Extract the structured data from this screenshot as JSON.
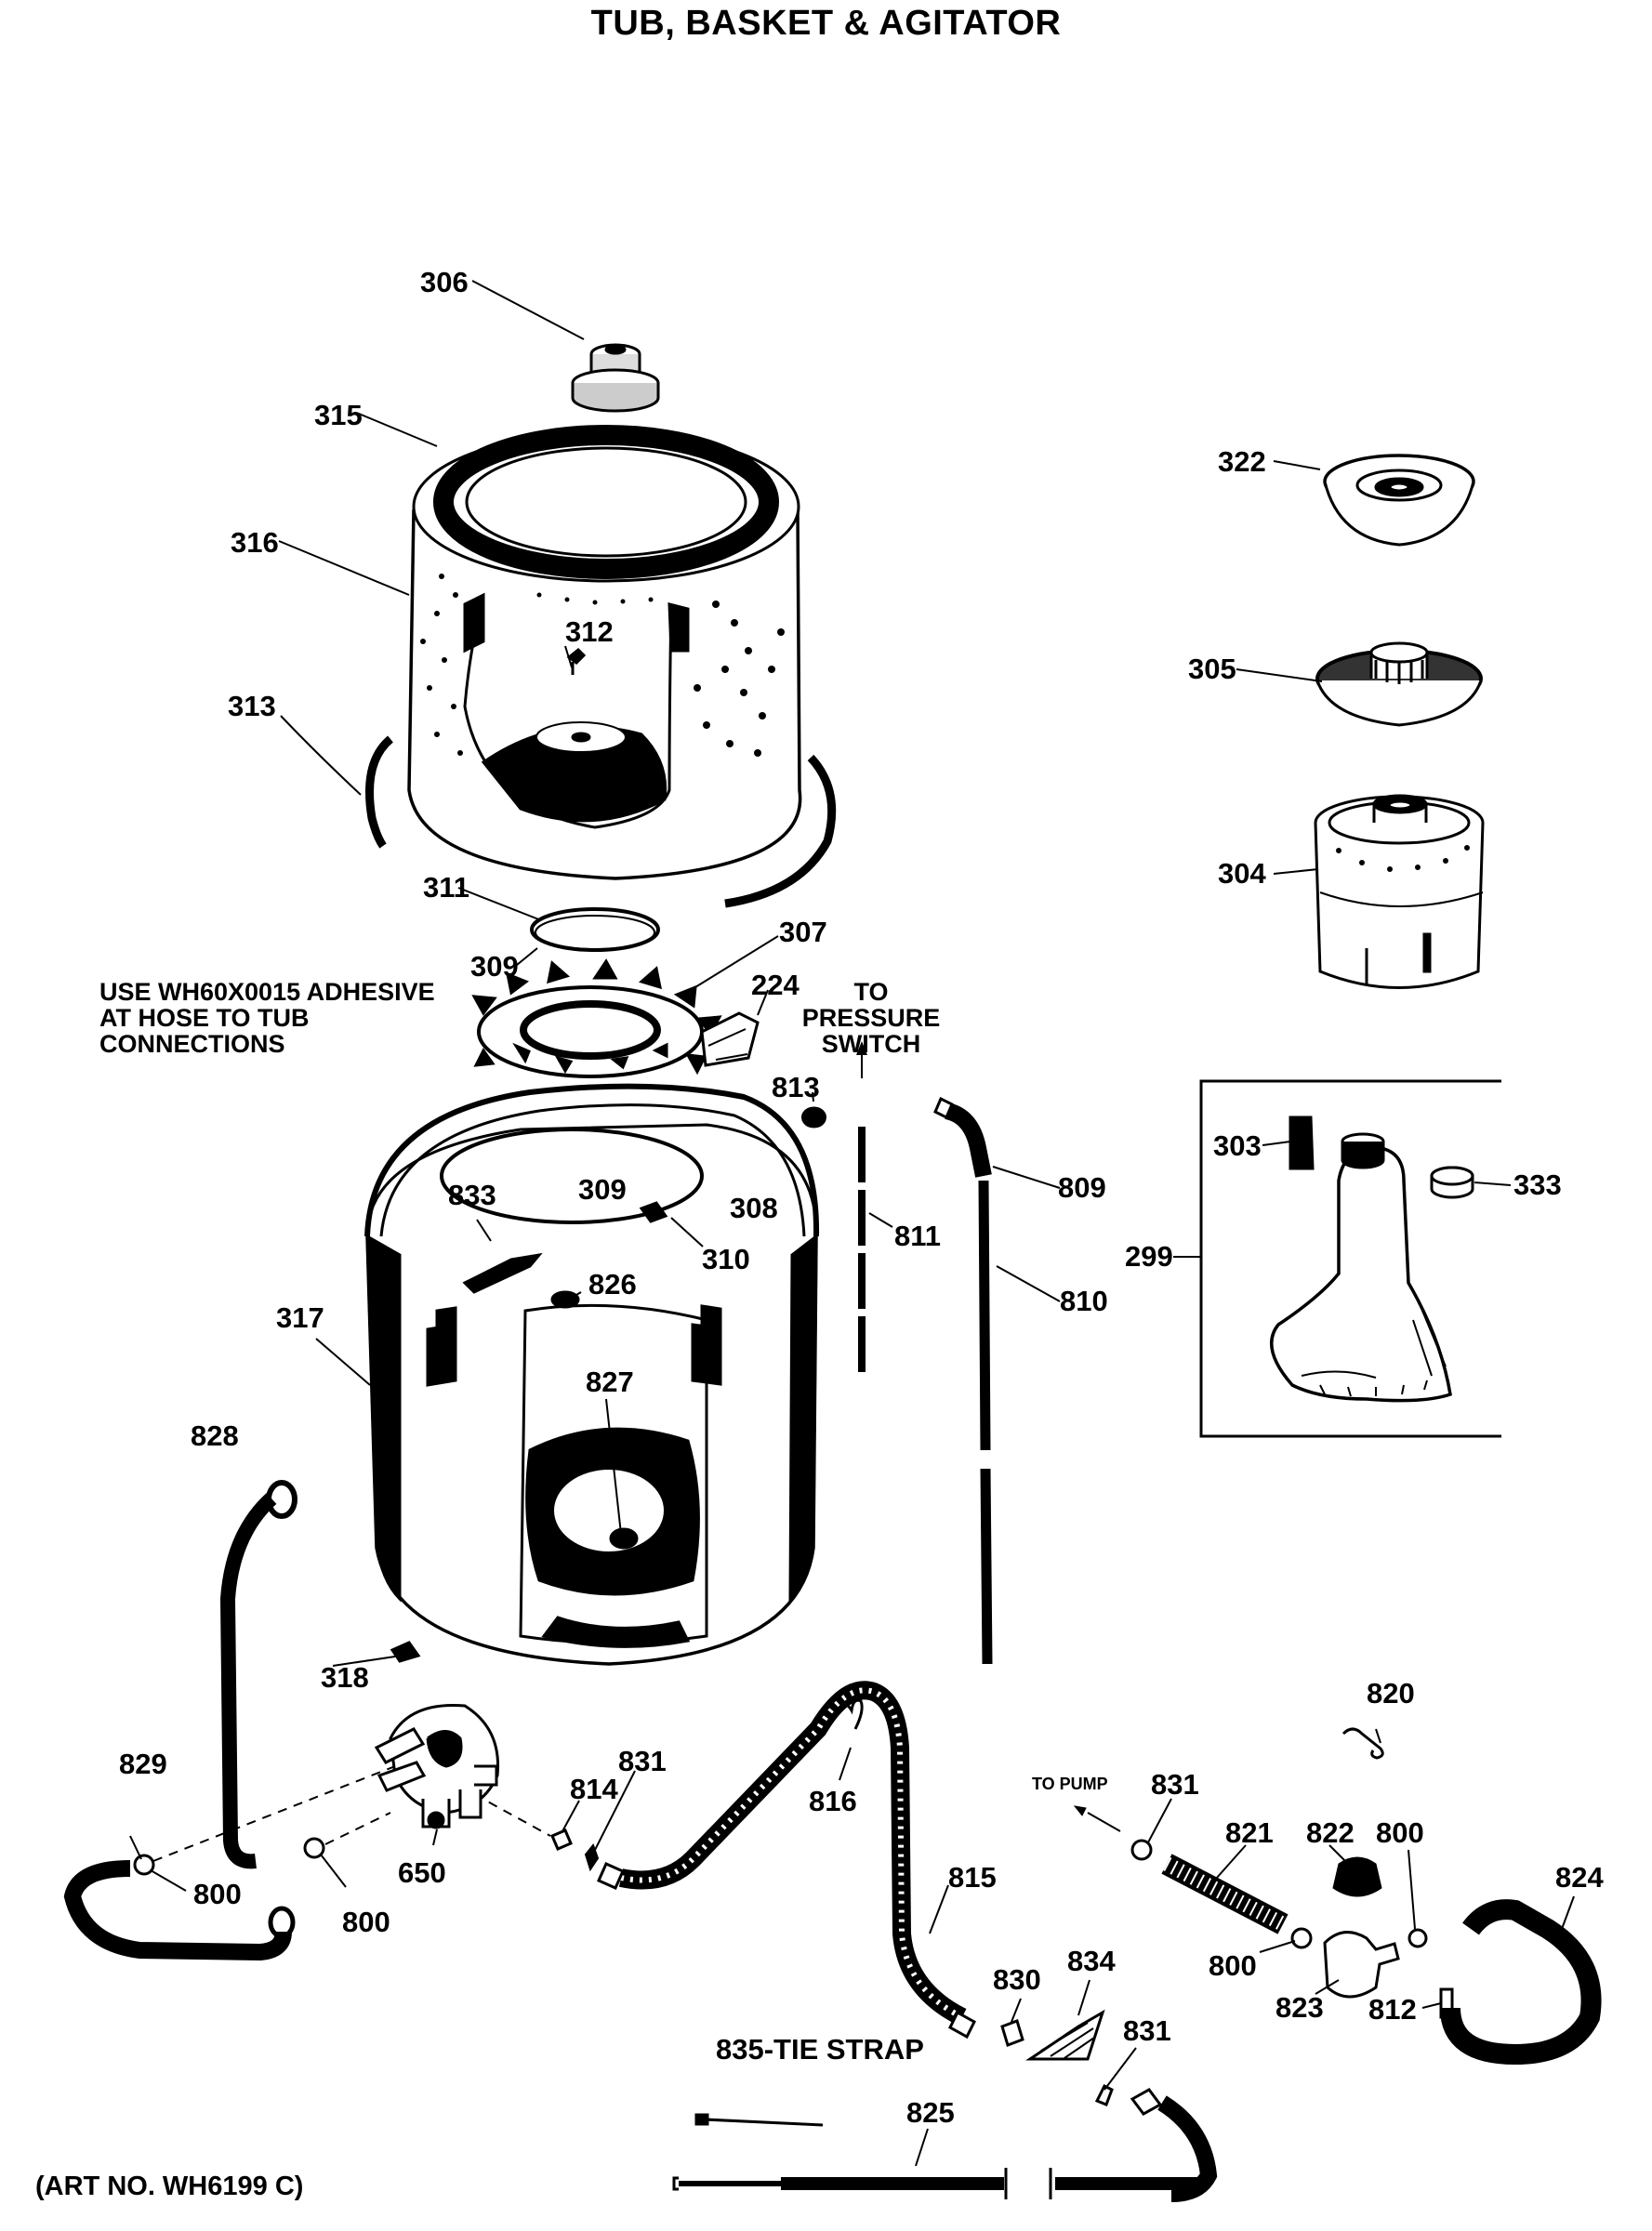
{
  "title": "TUB, BASKET & AGITATOR",
  "notes": {
    "adhesive": [
      "USE WH60X0015 ADHESIVE",
      "AT HOSE TO TUB",
      "CONNECTIONS"
    ],
    "pressure_switch": [
      "TO",
      "PRESSURE",
      "SWITCH"
    ],
    "to_pump": "TO PUMP",
    "art_number": "(ART NO. WH6199 C)"
  },
  "callouts": [
    {
      "id": "306",
      "label": "306"
    },
    {
      "id": "315",
      "label": "315"
    },
    {
      "id": "316",
      "label": "316"
    },
    {
      "id": "312",
      "label": "312"
    },
    {
      "id": "313",
      "label": "313"
    },
    {
      "id": "311",
      "label": "311"
    },
    {
      "id": "309a",
      "label": "309"
    },
    {
      "id": "307",
      "label": "307"
    },
    {
      "id": "224",
      "label": "224"
    },
    {
      "id": "813",
      "label": "813"
    },
    {
      "id": "309b",
      "label": "309"
    },
    {
      "id": "308",
      "label": "308"
    },
    {
      "id": "310",
      "label": "310"
    },
    {
      "id": "833",
      "label": "833"
    },
    {
      "id": "826",
      "label": "826"
    },
    {
      "id": "317",
      "label": "317"
    },
    {
      "id": "827",
      "label": "827"
    },
    {
      "id": "811",
      "label": "811"
    },
    {
      "id": "809",
      "label": "809"
    },
    {
      "id": "810",
      "label": "810"
    },
    {
      "id": "322",
      "label": "322"
    },
    {
      "id": "305",
      "label": "305"
    },
    {
      "id": "304",
      "label": "304"
    },
    {
      "id": "303",
      "label": "303"
    },
    {
      "id": "333",
      "label": "333"
    },
    {
      "id": "299",
      "label": "299"
    },
    {
      "id": "828",
      "label": "828"
    },
    {
      "id": "318",
      "label": "318"
    },
    {
      "id": "829",
      "label": "829"
    },
    {
      "id": "800a",
      "label": "800"
    },
    {
      "id": "800b",
      "label": "800"
    },
    {
      "id": "650",
      "label": "650"
    },
    {
      "id": "814",
      "label": "814"
    },
    {
      "id": "831a",
      "label": "831"
    },
    {
      "id": "816",
      "label": "816"
    },
    {
      "id": "815",
      "label": "815"
    },
    {
      "id": "831b",
      "label": "831"
    },
    {
      "id": "821",
      "label": "821"
    },
    {
      "id": "822",
      "label": "822"
    },
    {
      "id": "800c",
      "label": "800"
    },
    {
      "id": "820",
      "label": "820"
    },
    {
      "id": "824",
      "label": "824"
    },
    {
      "id": "800d",
      "label": "800"
    },
    {
      "id": "823",
      "label": "823"
    },
    {
      "id": "812",
      "label": "812"
    },
    {
      "id": "830",
      "label": "830"
    },
    {
      "id": "834",
      "label": "834"
    },
    {
      "id": "831c",
      "label": "831"
    },
    {
      "id": "835",
      "label": "835-TIE STRAP"
    },
    {
      "id": "825",
      "label": "825"
    }
  ]
}
